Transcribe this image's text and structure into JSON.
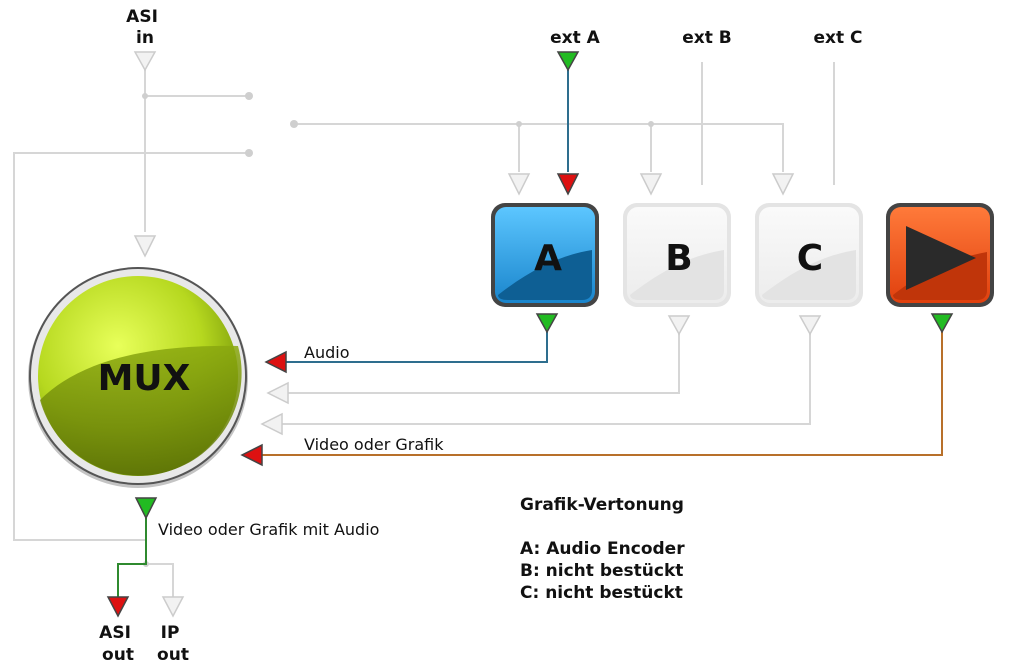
{
  "inputs": {
    "asi_in": [
      "ASI",
      "in"
    ],
    "ext_a": "ext A",
    "ext_b": "ext B",
    "ext_c": "ext C"
  },
  "outputs": {
    "asi_out": [
      "ASI",
      "out"
    ],
    "ip_out": [
      "IP",
      "out"
    ]
  },
  "blocks": {
    "mux": "MUX",
    "a": "A",
    "b": "B",
    "c": "C"
  },
  "connections": {
    "audio": "Audio",
    "video": "Video oder Grafik",
    "mux_output": "Video oder Grafik mit Audio"
  },
  "legend": {
    "title": "Grafik-Vertonung",
    "lines": [
      "A: Audio Encoder",
      "B: nicht bestückt",
      "C: nicht bestückt"
    ]
  },
  "colors": {
    "inactive_line": "#d6d6d6",
    "audio_line": "#2e6e8e",
    "video_line": "#b8702a",
    "output_line": "#2f8a2f",
    "ext_a_line": "#2e6e8e",
    "arrow_active": "#22bb22",
    "arrow_red": "#dd1111",
    "mux_green": "#b8dd22",
    "block_a_blue": "#2aa0e0",
    "block_play_orange": "#ee5522"
  }
}
